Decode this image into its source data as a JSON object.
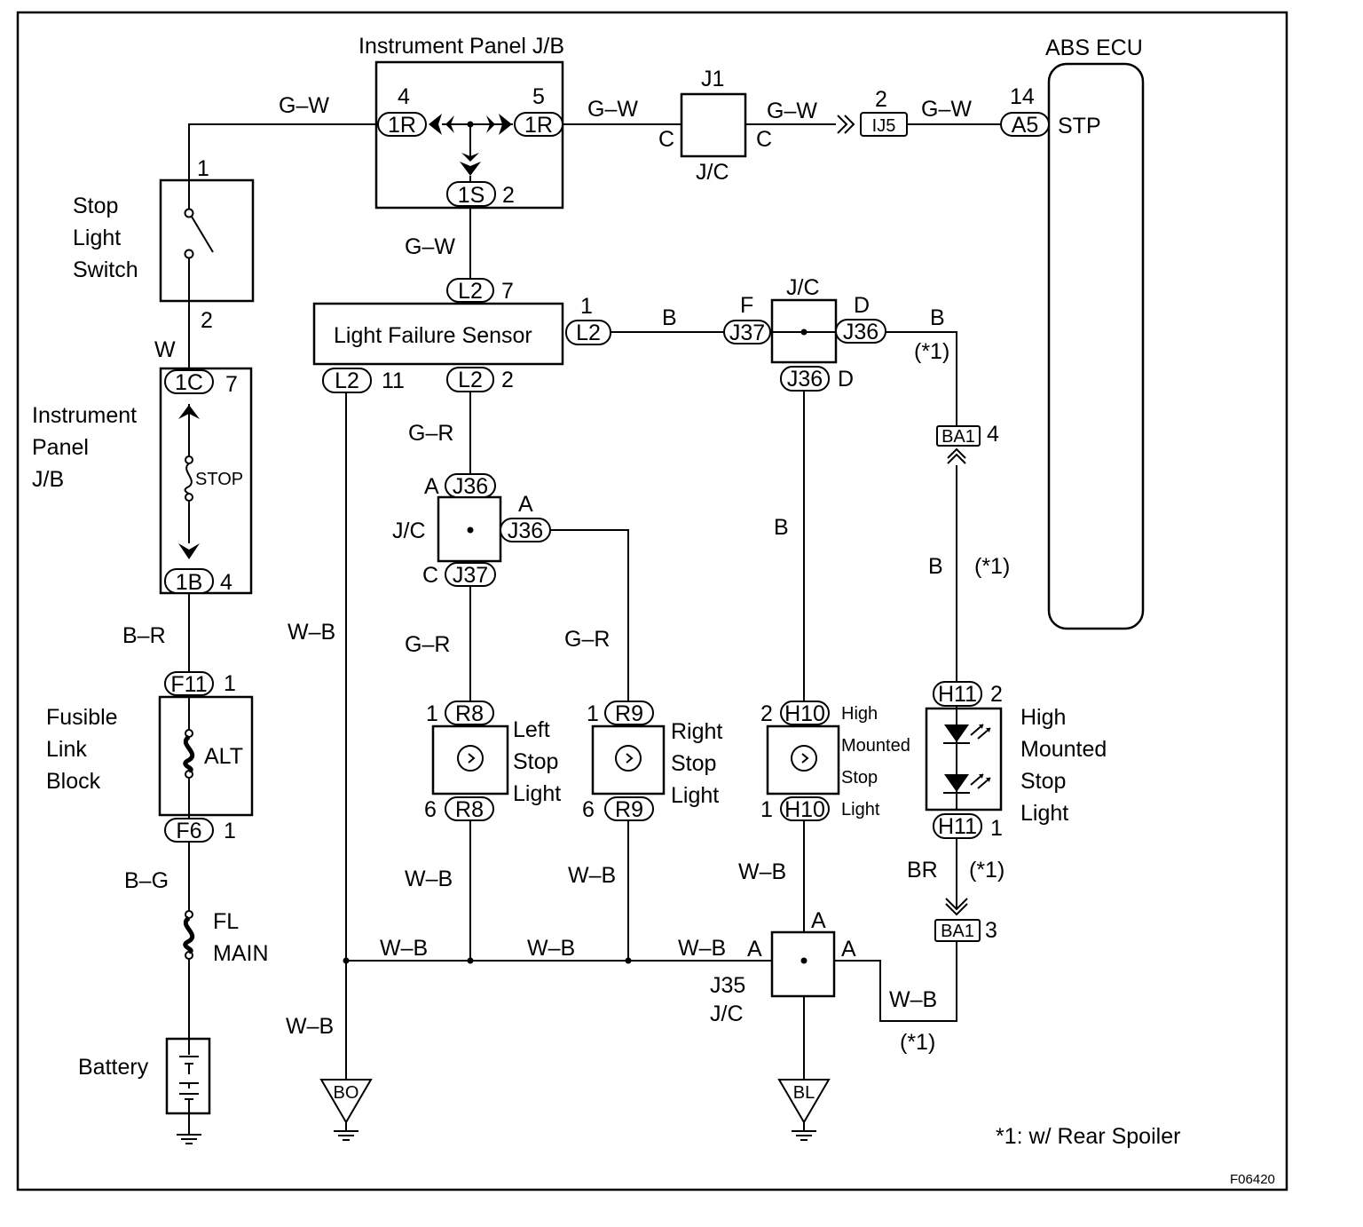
{
  "components": {
    "ip_jb_top": "Instrument Panel J/B",
    "abs_ecu": "ABS ECU",
    "abs_stp": "STP",
    "stop_switch": [
      "Stop",
      "Light",
      "Switch"
    ],
    "ip_jb_left": [
      "Instrument",
      "Panel",
      "J/B"
    ],
    "stop_fuse": "STOP",
    "lfs": "Light Failure Sensor",
    "fusible": [
      "Fusible",
      "Link",
      "Block"
    ],
    "alt_fuse": "ALT",
    "fl_main": [
      "FL",
      "MAIN"
    ],
    "battery": "Battery",
    "j1": "J1",
    "jc": "J/C",
    "j35": "J35",
    "left_stop": [
      "Left",
      "Stop",
      "Light"
    ],
    "right_stop": [
      "Right",
      "Stop",
      "Light"
    ],
    "hm_small": [
      "High",
      "Mounted",
      "Stop",
      "Light"
    ],
    "hm_large": [
      "High",
      "Mounted",
      "Stop",
      "Light"
    ]
  },
  "connectors": {
    "c1R": "1R",
    "c1S": "1S",
    "cIJ5": "IJ5",
    "cA5": "A5",
    "c1C": "1C",
    "c1B": "1B",
    "cF11": "F11",
    "cF6": "F6",
    "cL2": "L2",
    "cJ36": "J36",
    "cJ37": "J37",
    "cR8": "R8",
    "cR9": "R9",
    "cH10": "H10",
    "cH11": "H11",
    "cBA1": "BA1"
  },
  "pins": {
    "p1": "1",
    "p2": "2",
    "p3": "3",
    "p4": "4",
    "p5": "5",
    "p6": "6",
    "p7": "7",
    "p11": "11",
    "p14": "14",
    "A": "A",
    "C": "C",
    "D": "D",
    "F": "F"
  },
  "wires": {
    "GW": "G–W",
    "GR": "G–R",
    "WB": "W–B",
    "BR_dash": "B–R",
    "BG": "B–G",
    "W": "W",
    "B": "B",
    "BR": "BR"
  },
  "grounds": {
    "bo": "BO",
    "bl": "BL"
  },
  "notes": {
    "star1": "(*1)",
    "footnote": "*1: w/ Rear Spoiler",
    "figure_id": "F06420"
  }
}
